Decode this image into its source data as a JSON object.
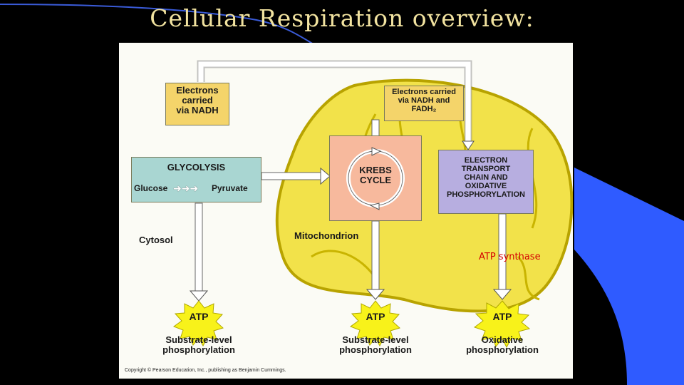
{
  "slide": {
    "title": "Cellular Respiration overview:",
    "copyright": "Copyright © Pearson Education, Inc., publishing as Benjamin Cummings."
  },
  "diagram": {
    "electrons_nadh": [
      "Electrons",
      "carried",
      "via NADH"
    ],
    "electrons_nadh_fadh2": [
      "Electrons carried",
      "via NADH and",
      "FADH₂"
    ],
    "glycolysis": "GLYCOLYSIS",
    "glucose": "Glucose",
    "pyruvate": "Pyruvate",
    "krebs": [
      "KREBS",
      "CYCLE"
    ],
    "etc": [
      "ELECTRON",
      "TRANSPORT",
      "CHAIN AND",
      "OXIDATIVE",
      "PHOSPHORYLATION"
    ],
    "cytosol": "Cytosol",
    "mitochondrion": "Mitochondrion",
    "atp_synthase": "ATP synthase",
    "atp": "ATP",
    "outputs": [
      [
        "Substrate-level",
        "phosphorylation"
      ],
      [
        "Substrate-level",
        "phosphorylation"
      ],
      [
        "Oxidative",
        "phosphorylation"
      ]
    ]
  },
  "colors": {
    "background": "#000000",
    "title": "#f2e3a0",
    "mitochondrion": "#f2e24a",
    "glycolysis_box": "#a9d6d2",
    "krebs_box": "#f7b99d",
    "etc_box": "#b7aee0",
    "electron_box": "#f4d46a",
    "atp_burst": "#f8f21a",
    "annotation": "#d40000",
    "accent_blue": "#2f5bff"
  }
}
